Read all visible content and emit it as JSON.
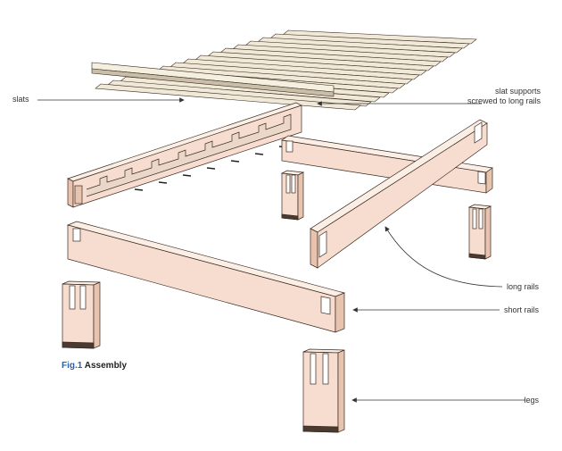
{
  "labels": {
    "slats": "slats",
    "slat_supports_line1": "slat supports",
    "slat_supports_line2": "screwed to long rails",
    "long_rails": "long rails",
    "short_rails": "short rails",
    "legs": "legs"
  },
  "caption": {
    "number": "Fig.1",
    "title": "Assembly"
  },
  "colors": {
    "wood_light": "#f6ddcf",
    "wood_top": "#fbeee4",
    "wood_side": "#e8c3ad",
    "slat_face": "#f0e9d8",
    "slat_edge": "#c9bfa8",
    "outline": "#3a2a22",
    "foot_band": "#4a3a30",
    "caption_accent": "#2b5fa8"
  }
}
